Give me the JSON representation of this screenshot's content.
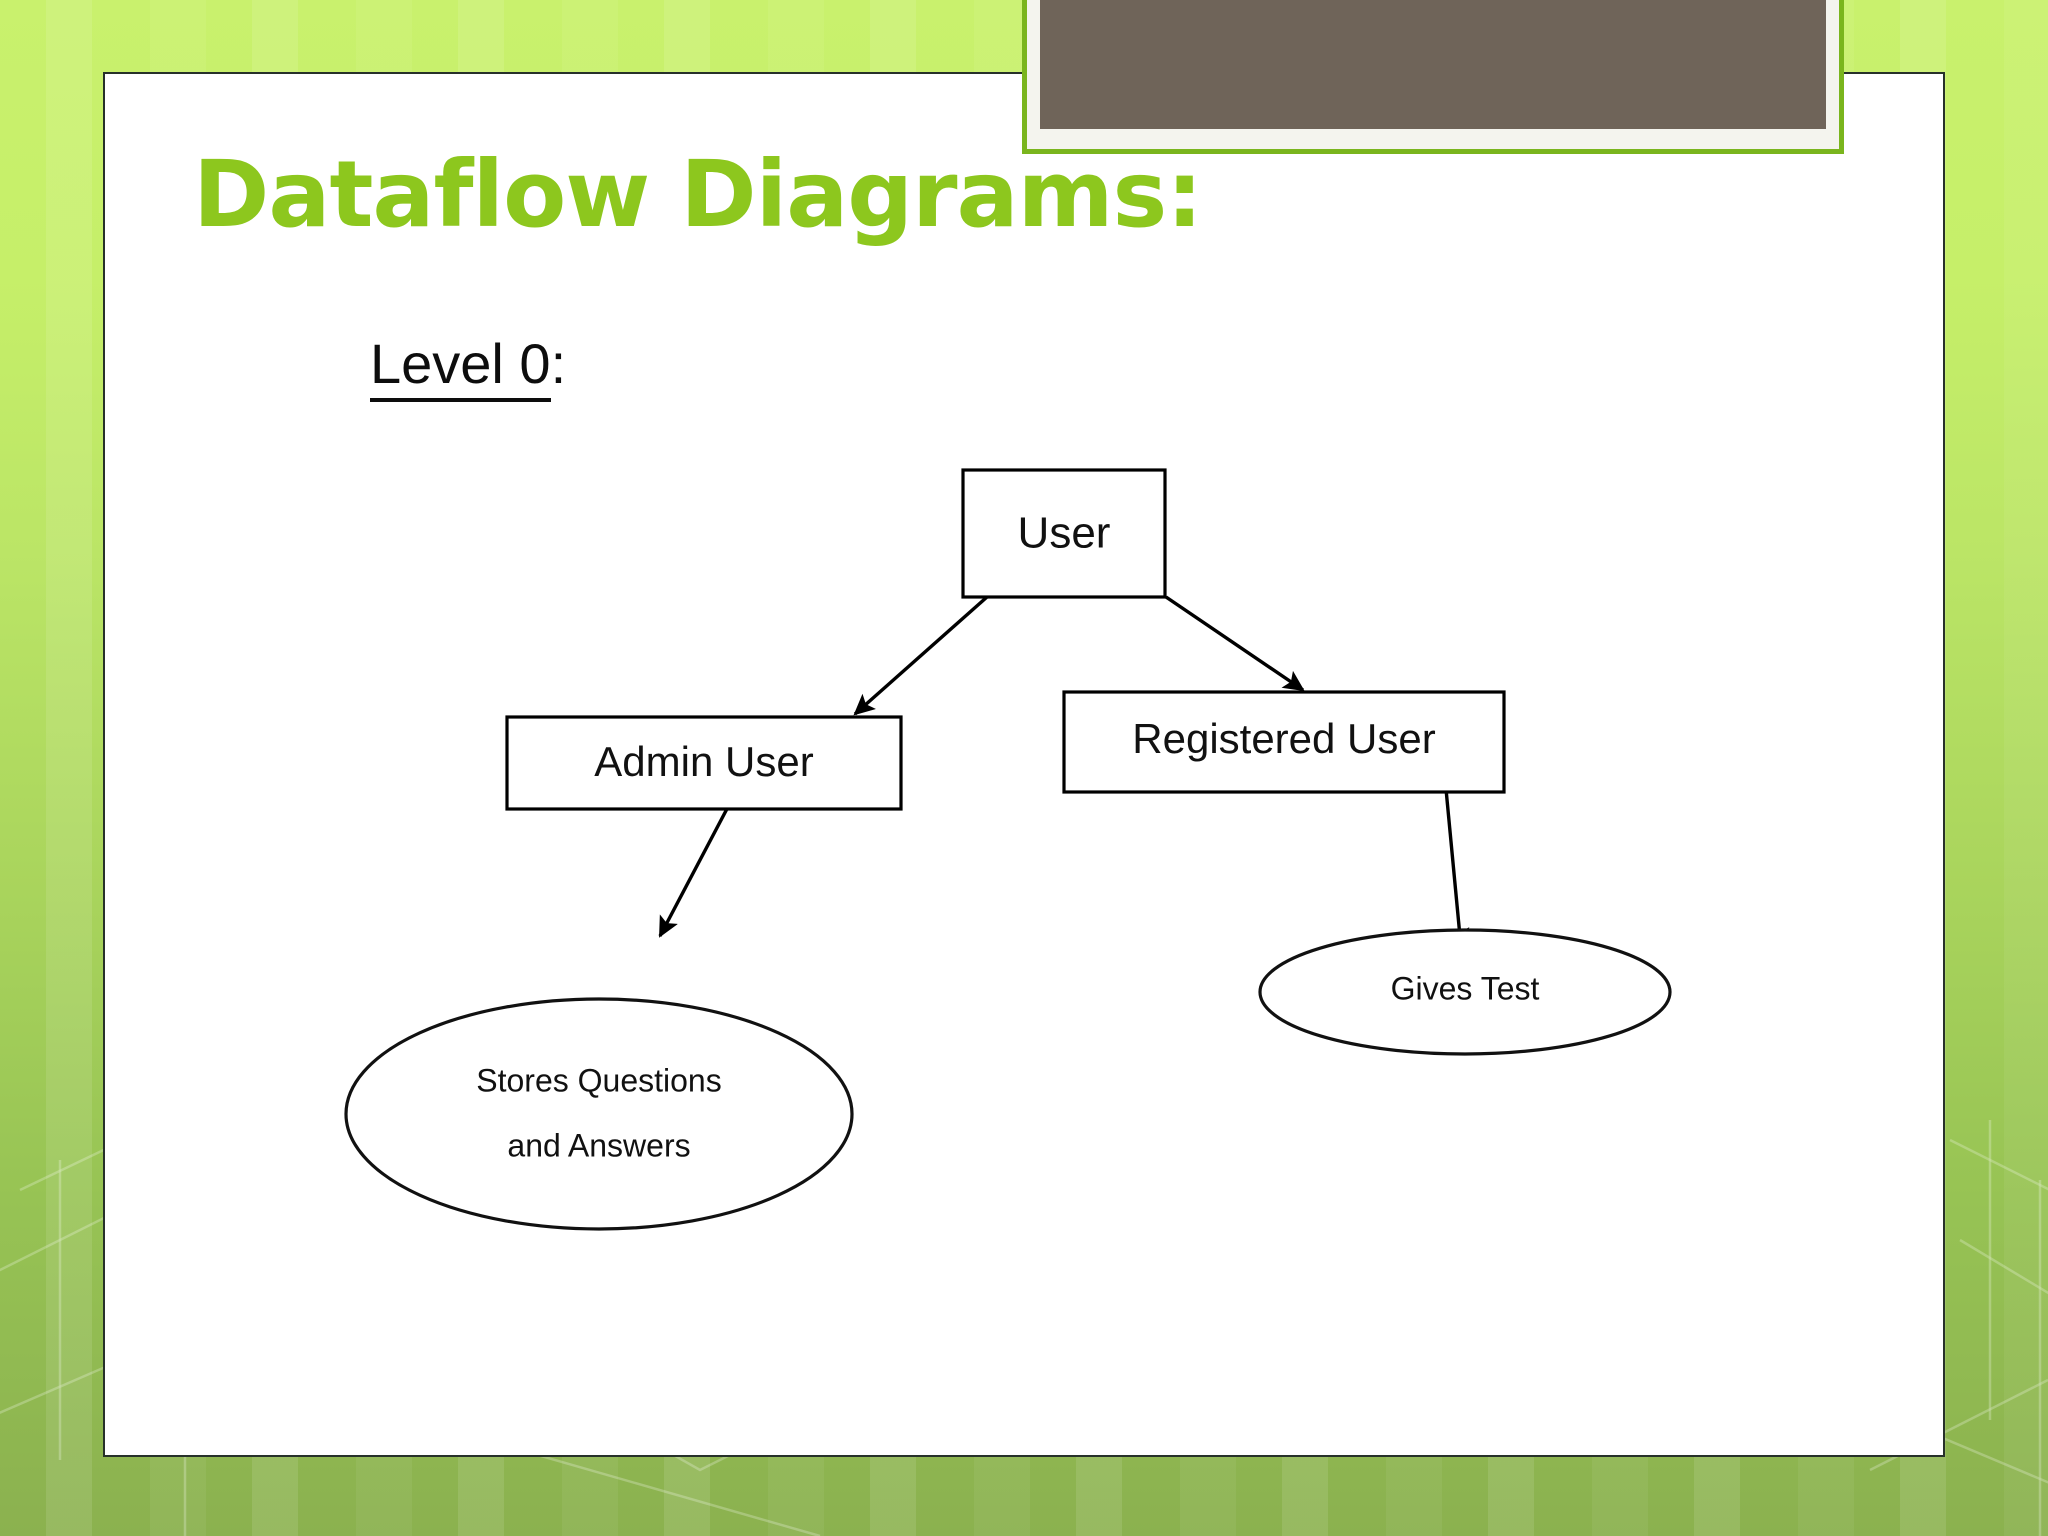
{
  "slide": {
    "title": "Dataflow Diagrams:",
    "section_label_underlined": "Level 0",
    "section_label_suffix": ":"
  },
  "theme": {
    "title_color": "#8dc71e",
    "background_top_green": "#c9f16d",
    "background_bottom_green": "#8bb14f",
    "frame_border_green": "#7ab51d",
    "photo_fill": "#6f6459",
    "panel_background": "#ffffff",
    "diagram_stroke": "#000000"
  },
  "diagram": {
    "type": "dataflow-level-0",
    "nodes": [
      {
        "id": "user",
        "shape": "rectangle",
        "label": "User"
      },
      {
        "id": "admin_user",
        "shape": "rectangle",
        "label": "Admin User"
      },
      {
        "id": "registered",
        "shape": "rectangle",
        "label": "Registered  User"
      },
      {
        "id": "stores",
        "shape": "ellipse",
        "label_line1": "Stores Questions",
        "label_line2": "and Answers"
      },
      {
        "id": "gives_test",
        "shape": "ellipse",
        "label": "Gives Test"
      }
    ],
    "edges": [
      {
        "from": "user",
        "to": "admin_user",
        "arrow": "end"
      },
      {
        "from": "user",
        "to": "registered",
        "arrow": "end"
      },
      {
        "from": "admin_user",
        "to": "stores",
        "arrow": "end"
      },
      {
        "from": "registered",
        "to": "gives_test",
        "arrow": "end"
      }
    ]
  }
}
